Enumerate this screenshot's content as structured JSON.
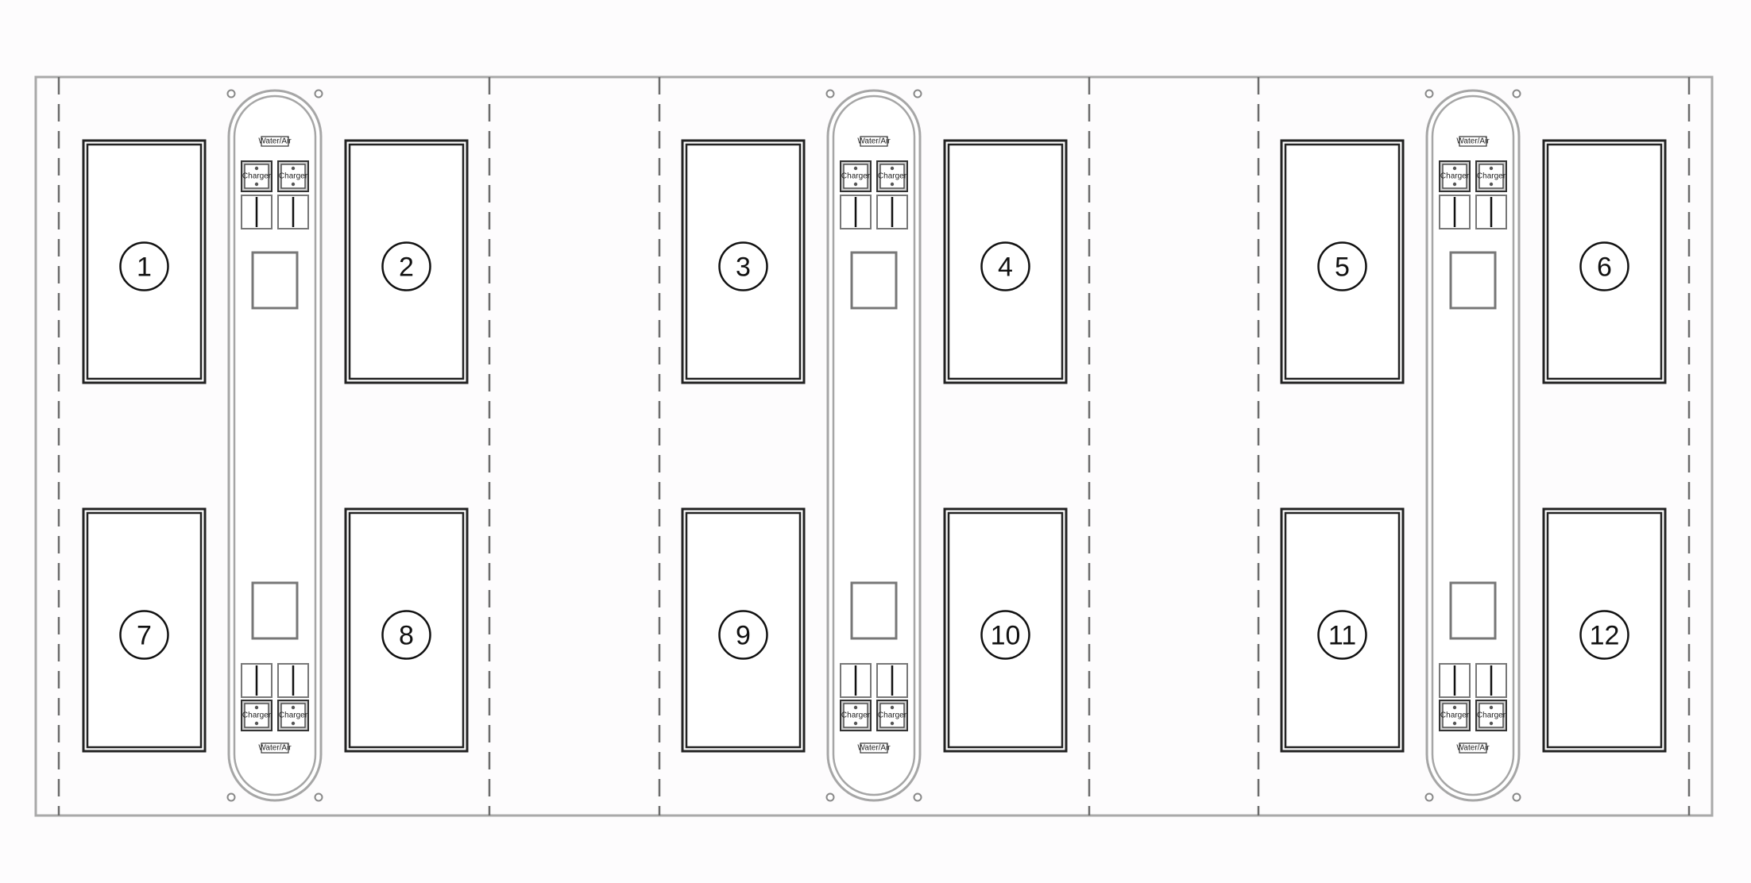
{
  "diagram": {
    "labels": {
      "water_air": "Water/Air",
      "charger": "Charger"
    },
    "stalls": [
      {
        "number": "1"
      },
      {
        "number": "2"
      },
      {
        "number": "7"
      },
      {
        "number": "8"
      },
      {
        "number": "3"
      },
      {
        "number": "4"
      },
      {
        "number": "9"
      },
      {
        "number": "10"
      },
      {
        "number": "5"
      },
      {
        "number": "6"
      },
      {
        "number": "11"
      },
      {
        "number": "12"
      }
    ],
    "colors": {
      "line": "#222222",
      "frame": "#a9a9a9",
      "island": "#a6a6a6"
    }
  }
}
